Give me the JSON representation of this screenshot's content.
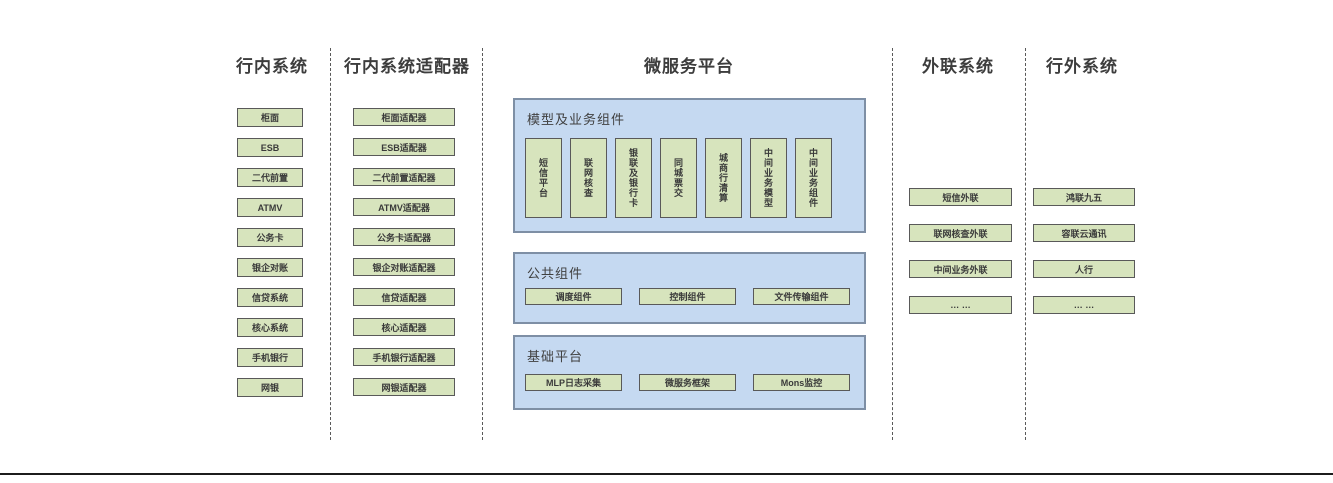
{
  "diagram": {
    "columns": [
      {
        "title": "行内系统",
        "items": [
          "柜面",
          "ESB",
          "二代前置",
          "ATMV",
          "公务卡",
          "银企对账",
          "信贷系统",
          "核心系统",
          "手机银行",
          "网银"
        ]
      },
      {
        "title": "行内系统适配器",
        "items": [
          "柜面适配器",
          "ESB适配器",
          "二代前置适配器",
          "ATMV适配器",
          "公务卡适配器",
          "银企对账适配器",
          "信贷适配器",
          "核心适配器",
          "手机银行适配器",
          "网银适配器"
        ]
      },
      {
        "title": "微服务平台",
        "panels": [
          {
            "title": "模型及业务组件",
            "items": [
              "短信平台",
              "联网核查",
              "银联及银行卡",
              "同城票交",
              "城商行清算",
              "中间业务模型",
              "中间业务组件"
            ]
          },
          {
            "title": "公共组件",
            "items": [
              "调度组件",
              "控制组件",
              "文件传输组件"
            ]
          },
          {
            "title": "基础平台",
            "items": [
              "MLP日志采集",
              "微服务框架",
              "Mons监控"
            ]
          }
        ]
      },
      {
        "title": "外联系统",
        "items": [
          "短信外联",
          "联网核查外联",
          "中间业务外联",
          "… …"
        ]
      },
      {
        "title": "行外系统",
        "items": [
          "鸿联九五",
          "容联云通讯",
          "人行",
          "… …"
        ]
      }
    ],
    "colors": {
      "box_fill": "#d7e4bd",
      "box_border": "#595959",
      "panel_fill": "#c5d9f1",
      "panel_border": "#7e8fa5",
      "header_text": "#3d3d3d",
      "divider": "#595959",
      "baseline": "#1c1c1c"
    }
  }
}
